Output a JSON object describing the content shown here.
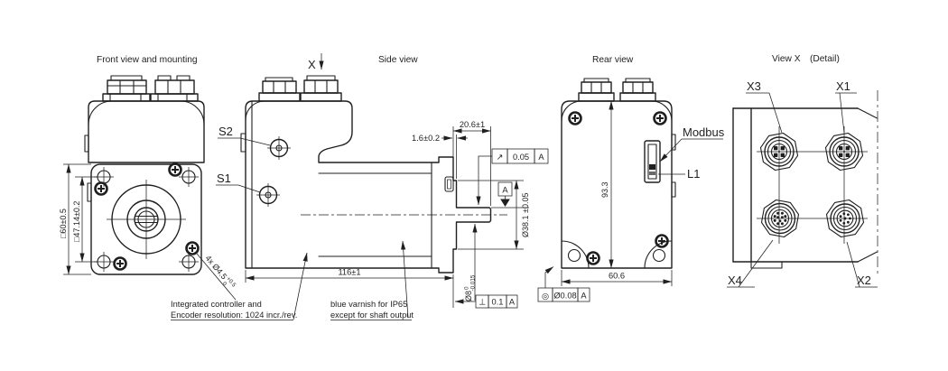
{
  "front": {
    "title": "Front view and mounting",
    "dim_outer": "□60±0.5",
    "dim_bolt_circle": "□47.14±0.2",
    "holes": {
      "base": "4x Ø4.5",
      "sup": "+0.5",
      "sub": "0"
    },
    "note_line1": "Integrated controller and",
    "note_line2": "Encoder resolution: 1024 incr./rev."
  },
  "side": {
    "title": "Side view",
    "view_arrow": "X",
    "switch_top": "S2",
    "switch_bottom": "S1",
    "dim_pilot_depth": "1.6±0.2",
    "dim_shaft_length": "20.6±1",
    "dim_total_length": "116±1",
    "dim_pilot_dia": "Ø38.1 ±0.05",
    "shaft_dia": {
      "base": "Ø8",
      "sup": "0",
      "sub": "-0.015"
    },
    "gdt_runout": {
      "sym": "↗",
      "tol": "0.05",
      "datum": "A"
    },
    "gdt_perp": {
      "sym": "⊥",
      "tol": "0.1",
      "datum": "A"
    },
    "datum": "A",
    "note_line1": "blue varnish for IP65",
    "note_line2": "except for shaft output"
  },
  "rear": {
    "title": "Rear view",
    "dim_height": "93.3",
    "dim_width": "60.6",
    "label_modbus": "Modbus",
    "label_led": "L1",
    "gdt_conc": {
      "sym": "◎",
      "tol": "Ø0.08",
      "datum": "A"
    }
  },
  "detail": {
    "title": "View X",
    "title_suffix": "(Detail)",
    "conn_top_left": "X3",
    "conn_top_right": "X1",
    "conn_bottom_left": "X4",
    "conn_bottom_right": "X2"
  }
}
